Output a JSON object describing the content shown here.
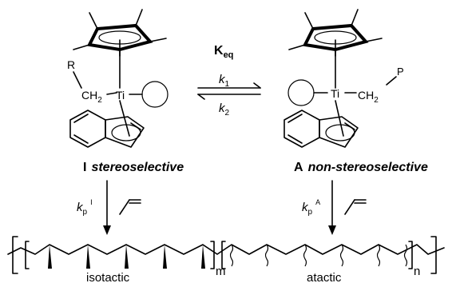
{
  "scheme": {
    "keq_main": "K",
    "keq_sub": "eq",
    "k1_main": "k",
    "k1_sub": "1",
    "k2_main": "k",
    "k2_sub": "2",
    "left": {
      "roman": "I",
      "label": "stereoselective",
      "metal": "Ti",
      "alkyl_prefix": "R",
      "ch2": "CH",
      "ch2_sub": "2"
    },
    "right": {
      "roman": "A",
      "label": "non-stereoselective",
      "metal": "Ti",
      "alkyl_prefix": "P",
      "ch2": "CH",
      "ch2_sub": "2"
    },
    "kpI_main": "k",
    "kpI_sub": "p",
    "kpI_sup": "I",
    "kpA_main": "k",
    "kpA_sub": "p",
    "kpA_sup": "A",
    "polymer": {
      "iso_label": "isotactic",
      "ata_label": "atactic",
      "sub_m": "m",
      "sub_n": "n"
    }
  }
}
